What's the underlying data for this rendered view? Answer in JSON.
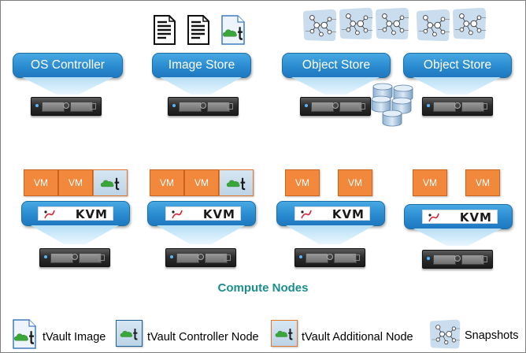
{
  "controllers": {
    "os_controller": "OS Controller",
    "image_store": "Image Store",
    "object_store_1": "Object Store",
    "object_store_2": "Object Store"
  },
  "compute": {
    "title": "Compute Nodes",
    "kvm_label": "KVM",
    "nodes": [
      {
        "vms": [
          "VM",
          "VM"
        ],
        "tvault": "controller"
      },
      {
        "vms": [
          "VM",
          "VM"
        ],
        "tvault": "additional"
      },
      {
        "vms": [
          "VM",
          "VM"
        ],
        "tvault": "none"
      },
      {
        "vms": [
          "VM",
          "VM"
        ],
        "tvault": "none"
      }
    ]
  },
  "legend": {
    "tvault_image": "tVault Image",
    "tvault_controller": "tVault Controller Node",
    "tvault_additional": "tVault Additional Node",
    "snapshots": "Snapshots"
  },
  "colors": {
    "blue_header": "#2a8bd0",
    "vm_orange": "#f2883b",
    "compute_title": "#1a8f8a",
    "cloud_green": "#3aa63a"
  },
  "icons": [
    "document-icon",
    "tvault-image-icon",
    "snapshot-graph-icon",
    "database-icon",
    "server-icon",
    "tvault-controller-icon",
    "tvault-additional-icon"
  ]
}
